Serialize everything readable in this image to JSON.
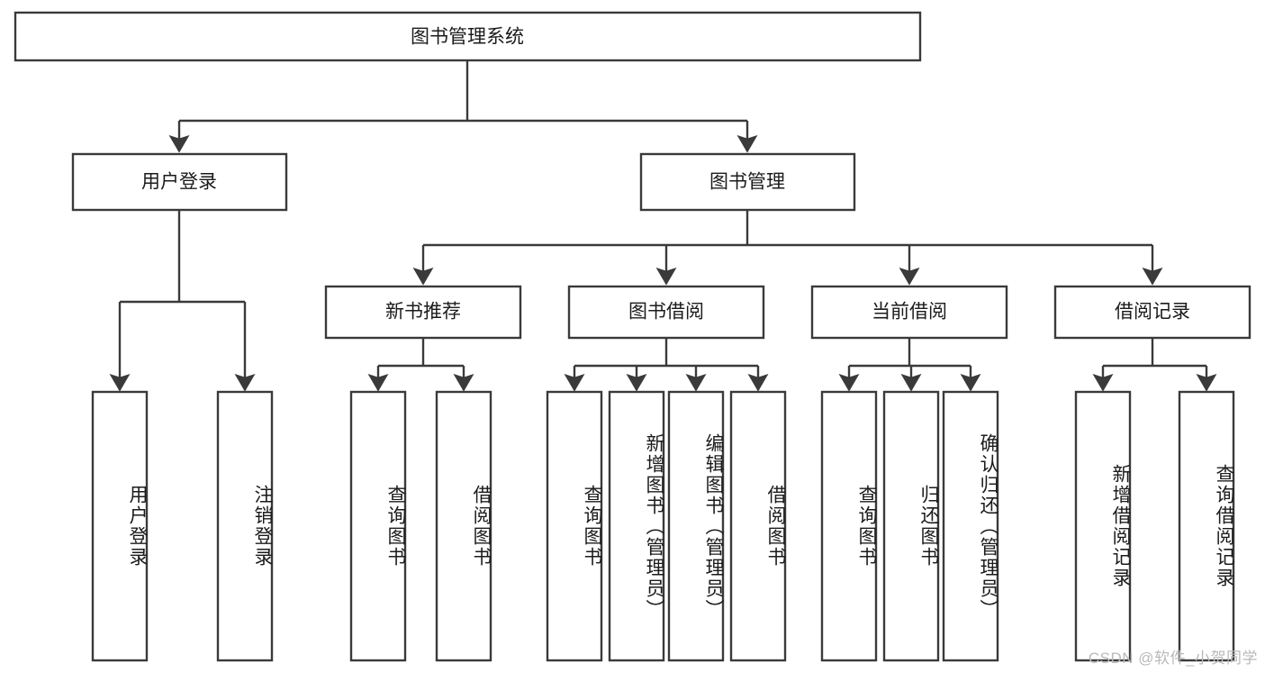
{
  "diagram": {
    "title_node": {
      "label": "图书管理系统"
    },
    "level2": [
      {
        "id": "user-login",
        "label": "用户登录"
      },
      {
        "id": "book-manage",
        "label": "图书管理"
      }
    ],
    "level3": [
      {
        "id": "new-book-recommend",
        "label": "新书推荐"
      },
      {
        "id": "book-borrow",
        "label": "图书借阅"
      },
      {
        "id": "current-borrow",
        "label": "当前借阅"
      },
      {
        "id": "borrow-record",
        "label": "借阅记录"
      }
    ],
    "leaves": {
      "user-login": [
        {
          "id": "leaf-user-login",
          "label": "用户登录"
        },
        {
          "id": "leaf-logout-login",
          "label": "注销登录"
        }
      ],
      "new-book-recommend": [
        {
          "id": "leaf-query-book-1",
          "label": "查询图书"
        },
        {
          "id": "leaf-borrow-book-1",
          "label": "借阅图书"
        }
      ],
      "book-borrow": [
        {
          "id": "leaf-query-book-2",
          "label": "查询图书"
        },
        {
          "id": "leaf-add-book",
          "label": "新增图书（管理员）"
        },
        {
          "id": "leaf-edit-book",
          "label": "编辑图书（管理员）"
        },
        {
          "id": "leaf-borrow-book-2",
          "label": "借阅图书"
        }
      ],
      "current-borrow": [
        {
          "id": "leaf-query-book-3",
          "label": "查询图书"
        },
        {
          "id": "leaf-return-book",
          "label": "归还图书"
        },
        {
          "id": "leaf-confirm-return",
          "label": "确认归还（管理员）"
        }
      ],
      "borrow-record": [
        {
          "id": "leaf-add-record",
          "label": "新增借阅记录"
        },
        {
          "id": "leaf-query-record",
          "label": "查询借阅记录"
        }
      ]
    }
  },
  "watermark": {
    "text": "CSDN @软件_小贺同学"
  },
  "colors": {
    "stroke": "#3a3a3a",
    "fill": "#ffffff",
    "text": "#1b1b1b",
    "watermark": "#b9b9b9"
  }
}
